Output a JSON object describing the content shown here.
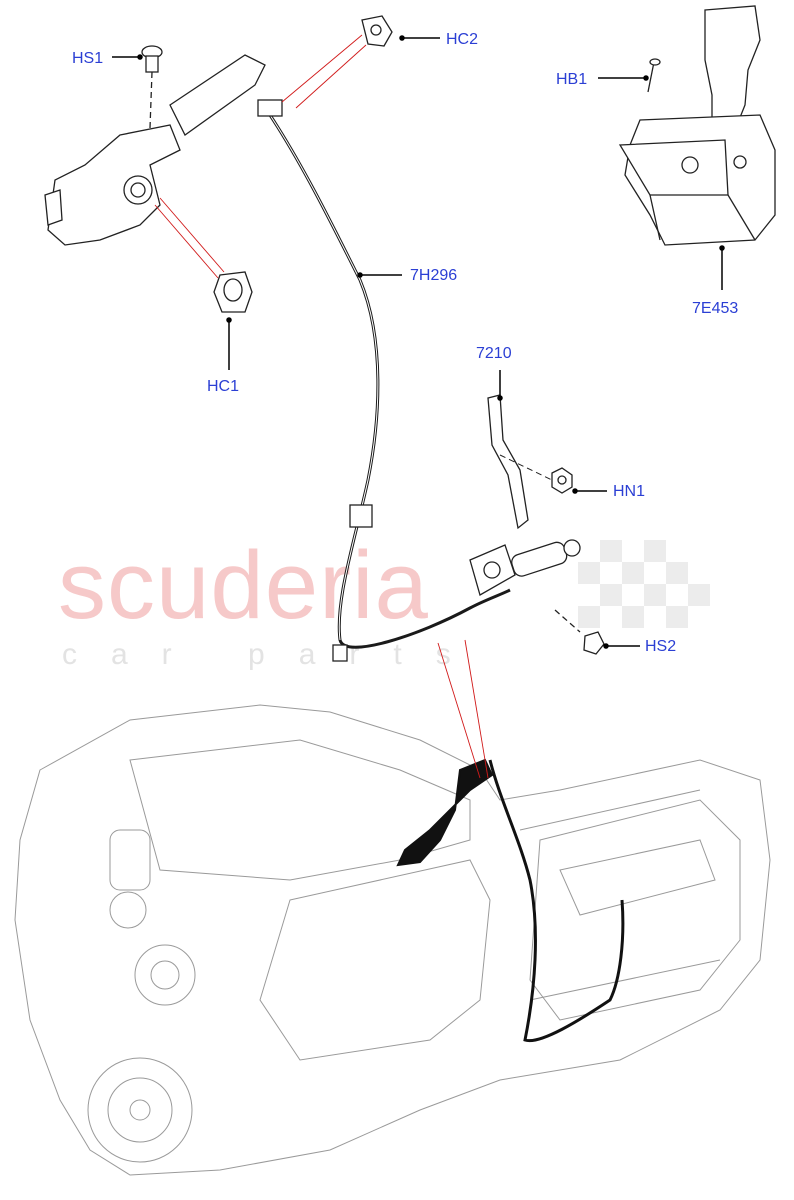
{
  "watermark": {
    "brand": "scuderia",
    "tagline": "car parts"
  },
  "callouts": {
    "hs1": "HS1",
    "hc2": "HC2",
    "hb1": "HB1",
    "e7453": "7E453",
    "h7296": "7H296",
    "hc1": "HC1",
    "p7210": "7210",
    "hn1": "HN1",
    "hs2": "HS2"
  },
  "colors": {
    "callout_text": "#2b3fd4",
    "leader": "#000000",
    "ref_line": "#d11a1a"
  }
}
